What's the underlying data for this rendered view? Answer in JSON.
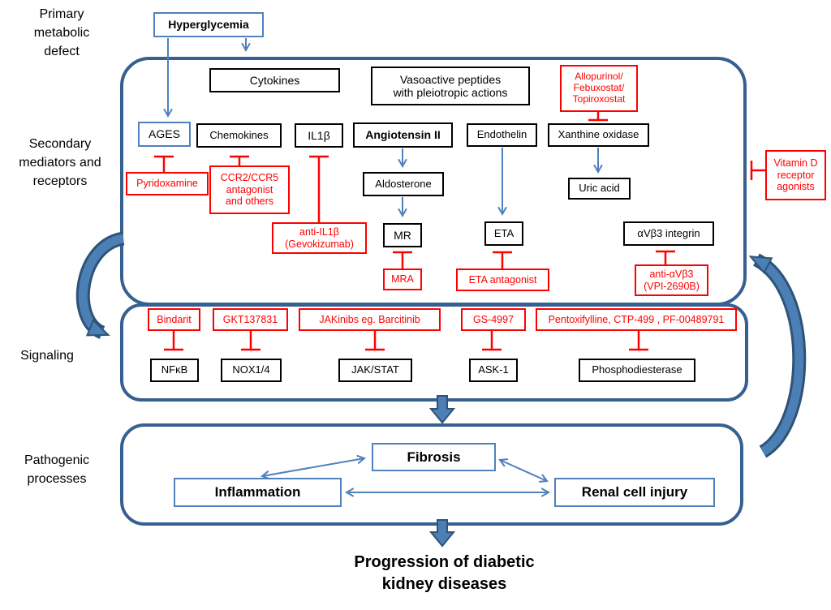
{
  "side_labels": {
    "primary": "Primary\nmetabolic\ndefect",
    "secondary": "Secondary\nmediators and\nreceptors",
    "signaling": "Signaling",
    "pathogenic": "Pathogenic\nprocesses"
  },
  "primary": {
    "hyperglycemia": "Hyperglycemia"
  },
  "mediators": {
    "cytokines": "Cytokines",
    "vasoactive": "Vasoactive peptides\nwith pleiotropic actions",
    "allopurinol": "Allopurinol/\nFebuxostat/\nTopiroxostat",
    "ages": "AGES",
    "chemokines": "Chemokines",
    "il1b": "IL1β",
    "angiotensin": "Angiotensin II",
    "endothelin": "Endothelin",
    "xanthine": "Xanthine oxidase",
    "pyridoxamine": "Pyridoxamine",
    "ccr_antagonist": "CCR2/CCR5\nantagonist\nand others",
    "anti_il1b": "anti-IL1β\n(Gevokizumab)",
    "aldosterone": "Aldosterone",
    "uric_acid": "Uric acid",
    "mr": "MR",
    "eta": "ETA",
    "avb3_integrin": "αVβ3 integrin",
    "mra": "MRA",
    "eta_antagonist": "ETA antagonist",
    "anti_avb3": "anti-αVβ3\n(VPI-2690B)",
    "vitamin_d": "Vitamin D\nreceptor\nagonists"
  },
  "signaling": {
    "inhibitors": [
      "Bindarit",
      "GKT137831",
      "JAKinibs eg. Barcitinib",
      "GS-4997",
      "Pentoxifylline, CTP-499 , PF-00489791"
    ],
    "targets": [
      "NFκB",
      "NOX1/4",
      "JAK/STAT",
      "ASK-1",
      "Phosphodiesterase"
    ]
  },
  "pathogenic": {
    "fibrosis": "Fibrosis",
    "inflammation": "Inflammation",
    "renal_cell_injury": "Renal cell injury"
  },
  "outcome": "Progression of diabetic\nkidney diseases",
  "colors": {
    "container_border": "#36608F",
    "arrow_blue": "#4F81BD",
    "thick_arrow_fill": "#4C7FB5",
    "thick_arrow_outline": "#2E5377",
    "inhibitor_red": "#FF0000",
    "box_border_black": "#000000",
    "highlight_box_border": "#4F81BD"
  }
}
